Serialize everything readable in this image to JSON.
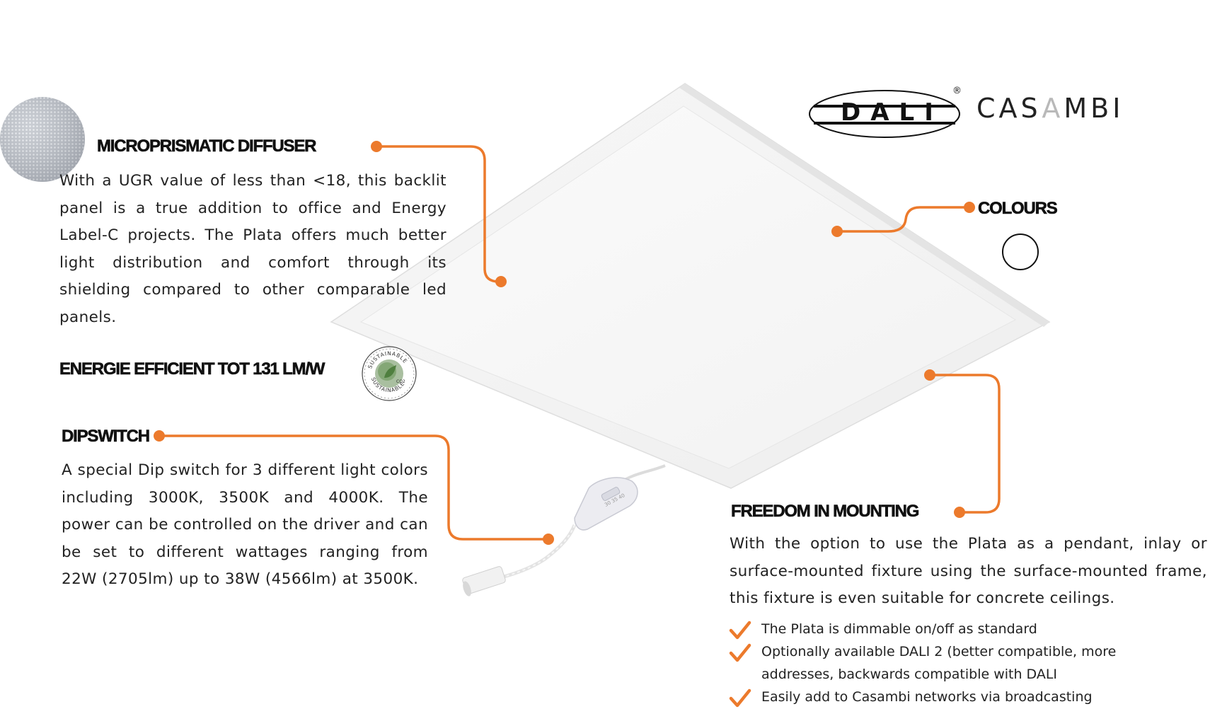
{
  "brands": {
    "dali": "DALI",
    "dali_mark": "®",
    "casambi": "CASAMBI"
  },
  "diffuser": {
    "heading": "MICROPRISMATIC DIFFUSER",
    "text": "With a UGR value of less than <18, this backlit panel is a true addition to office and Energy Label-C projects. The Plata offers much better light distribution and comfort through its shielding compared to other comparable led panels."
  },
  "energy": {
    "heading": "ENERGIE EFFICIENT TOT 131 LM/W",
    "badge_text": "SUSTAINABLE",
    "badge_co2": "CO2"
  },
  "dipswitch": {
    "heading": "DIPSWITCH",
    "text": "A special Dip switch for 3 different light colors including 3000K, 3500K and 4000K. The power can be controlled on the driver and can be set to different wattages ranging from 22W (2705lm) up to 38W (4566lm) at 3500K."
  },
  "colours": {
    "heading": "COLOURS",
    "swatch_color": "#ffffff"
  },
  "mounting": {
    "heading": "FREEDOM IN MOUNTING",
    "text": "With the option to use the Plata as a pendant, inlay or surface-mounted fixture using the surface-mounted frame, this fixture is even suitable for concrete ceilings.",
    "bullets": [
      "The Plata is dimmable on/off as standard",
      "Optionally available DALI 2 (better compatible, more addresses, backwards compatible with DALI",
      "Easily add to Casambi networks via broadcasting"
    ]
  },
  "colors": {
    "accent": "#ec7a2c",
    "heading": "#111111",
    "body": "#222222"
  },
  "icons": {
    "bullet": "check-icon"
  }
}
